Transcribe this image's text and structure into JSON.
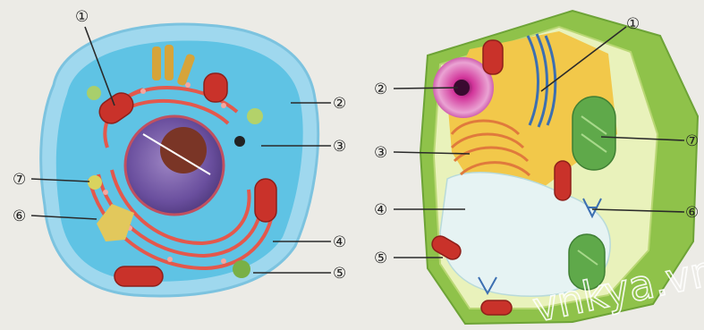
{
  "animal_cell": {
    "labels": [
      "①",
      "②",
      "③",
      "④",
      "⑤",
      "⑥",
      "⑦"
    ]
  },
  "plant_cell": {
    "labels": [
      "①",
      "②",
      "③",
      "④",
      "⑤",
      "⑥",
      "⑦"
    ]
  },
  "watermark": "vnkya.vn",
  "colors": {
    "animal_cytoplasm": "#5fc3e4",
    "animal_membrane": "#9fd8ee",
    "nucleus": "#6a4f9e",
    "nucleolus": "#7a3526",
    "er": "#e4584c",
    "mitochondria": "#c9322a",
    "plant_wall": "#8fc24a",
    "vacuole": "#e6f3f3",
    "chloroplast": "#5fa94a",
    "plant_nucleus": "#d2349a",
    "golgi": "#3c6fb1"
  }
}
